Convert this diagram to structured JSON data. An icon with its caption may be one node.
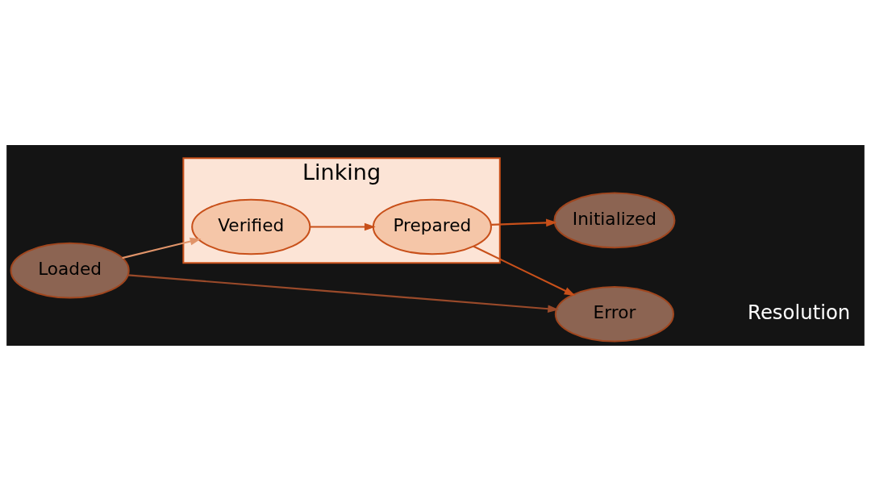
{
  "diagram": {
    "nodes": [
      {
        "text": [
          "Linking"
        ]
      },
      {
        "text": [
          "Verified"
        ],
        "in": 0
      },
      {
        "text": [
          "Prepared"
        ],
        "in": 0
      },
      {
        "text": [
          "Initialized"
        ]
      },
      {
        "text": [
          "Loaded"
        ]
      },
      {
        "text": [
          "Error"
        ]
      }
    ],
    "edges": [
      {
        "from": 4,
        "to": 1,
        "arrow": "to",
        "color": "#e0946a"
      },
      {
        "from": 1,
        "to": 2,
        "arrow": "to"
      },
      {
        "from": 2,
        "to": 3,
        "arrow": "to"
      },
      {
        "from": 2,
        "to": 5,
        "arrow": "to"
      },
      {
        "from": 4,
        "to": 5,
        "arrow": "to",
        "color": "#9a4a2a"
      }
    ],
    "labels": [
      "Resolution"
    ]
  }
}
